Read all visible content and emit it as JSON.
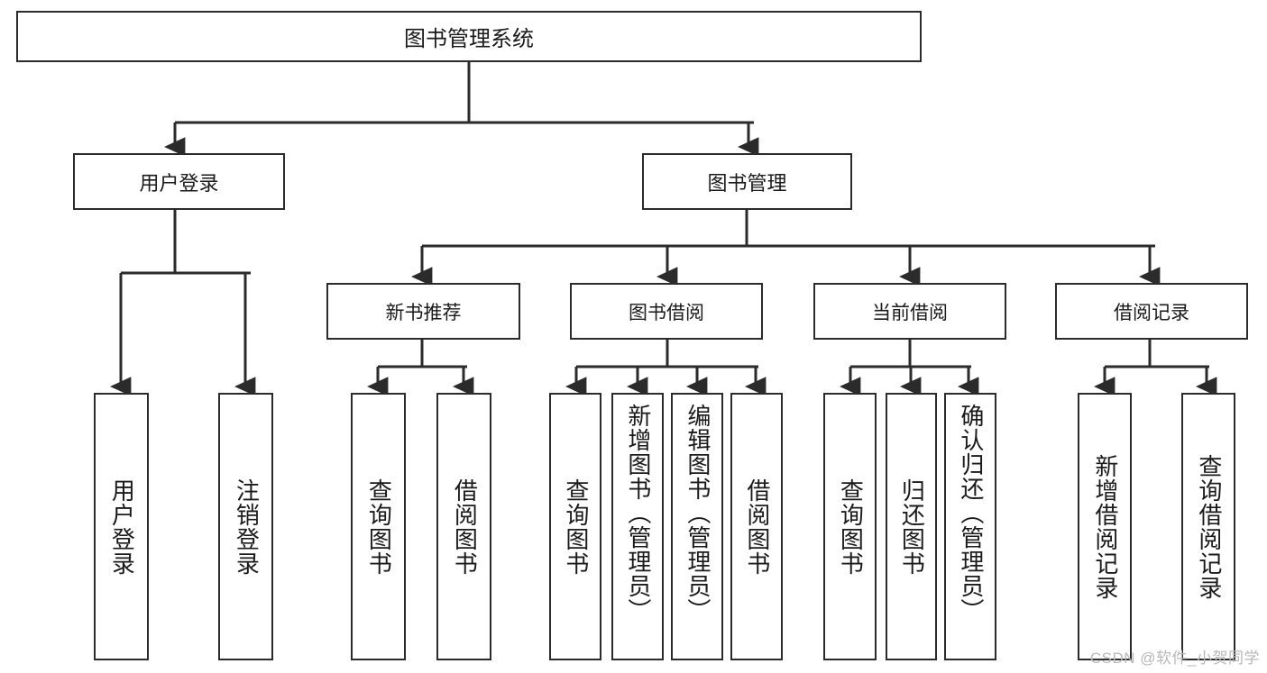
{
  "diagram": {
    "title": "图书管理系统",
    "type": "tree",
    "colors": {
      "background": "#ffffff",
      "box_border": "#2b2b2b",
      "box_fill": "#ffffff",
      "text": "#1a1a1a",
      "connector": "#2b2b2b",
      "watermark": "#b8b8b8"
    },
    "root": {
      "label": "图书管理系统"
    },
    "level2": [
      {
        "id": "user-login",
        "label": "用户登录"
      },
      {
        "id": "book-manage",
        "label": "图书管理"
      }
    ],
    "level3": [
      {
        "id": "new-book-recommend",
        "label": "新书推荐",
        "parent": "book-manage"
      },
      {
        "id": "book-borrow",
        "label": "图书借阅",
        "parent": "book-manage"
      },
      {
        "id": "current-borrow",
        "label": "当前借阅",
        "parent": "book-manage"
      },
      {
        "id": "borrow-record",
        "label": "借阅记录",
        "parent": "book-manage"
      }
    ],
    "leaves": [
      {
        "id": "leaf-user-login",
        "label": "用户登录",
        "parent": "user-login"
      },
      {
        "id": "leaf-logout-login",
        "label": "注销登录",
        "parent": "user-login"
      },
      {
        "id": "leaf-query-book-1",
        "label": "查询图书",
        "parent": "new-book-recommend"
      },
      {
        "id": "leaf-borrow-book-1",
        "label": "借阅图书",
        "parent": "new-book-recommend"
      },
      {
        "id": "leaf-query-book-2",
        "label": "查询图书",
        "parent": "book-borrow"
      },
      {
        "id": "leaf-add-book",
        "label": "新增图书（管理员）",
        "parent": "book-borrow"
      },
      {
        "id": "leaf-edit-book",
        "label": "编辑图书（管理员）",
        "parent": "book-borrow"
      },
      {
        "id": "leaf-borrow-book-2",
        "label": "借阅图书",
        "parent": "book-borrow"
      },
      {
        "id": "leaf-query-book-3",
        "label": "查询图书",
        "parent": "current-borrow"
      },
      {
        "id": "leaf-return-book",
        "label": "归还图书",
        "parent": "current-borrow"
      },
      {
        "id": "leaf-confirm-return",
        "label": "确认归还（管理员）",
        "parent": "current-borrow"
      },
      {
        "id": "leaf-add-record",
        "label": "新增借阅记录",
        "parent": "borrow-record"
      },
      {
        "id": "leaf-query-record",
        "label": "查询借阅记录",
        "parent": "borrow-record"
      }
    ],
    "watermark": "CSDN @软件_小贺同学"
  }
}
